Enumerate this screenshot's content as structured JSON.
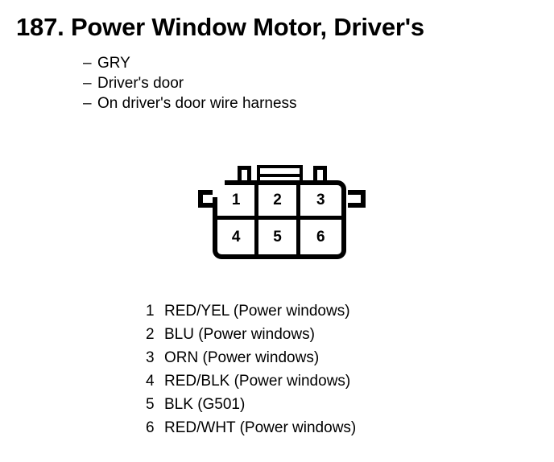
{
  "page": {
    "background_color": "#ffffff",
    "ink_color": "#000000"
  },
  "header": {
    "number": "187.",
    "title": "187.  Power Window Motor, Driver's"
  },
  "attributes": {
    "dash": "–",
    "items": [
      {
        "text": "GRY"
      },
      {
        "text": "Driver's door"
      },
      {
        "text": "On driver's door wire harness"
      }
    ]
  },
  "connector": {
    "name": "6-cavity connector",
    "rows": 2,
    "columns": 3,
    "cavities": [
      {
        "number": "1"
      },
      {
        "number": "2"
      },
      {
        "number": "3"
      },
      {
        "number": "4"
      },
      {
        "number": "5"
      },
      {
        "number": "6"
      }
    ]
  },
  "pin_legend": {
    "rows": [
      {
        "number": "1",
        "label": "RED/YEL (Power windows)"
      },
      {
        "number": "2",
        "label": "BLU (Power windows)"
      },
      {
        "number": "3",
        "label": "ORN (Power windows)"
      },
      {
        "number": "4",
        "label": "RED/BLK (Power windows)"
      },
      {
        "number": "5",
        "label": "BLK (G501)"
      },
      {
        "number": "6",
        "label": "RED/WHT (Power windows)"
      }
    ]
  }
}
